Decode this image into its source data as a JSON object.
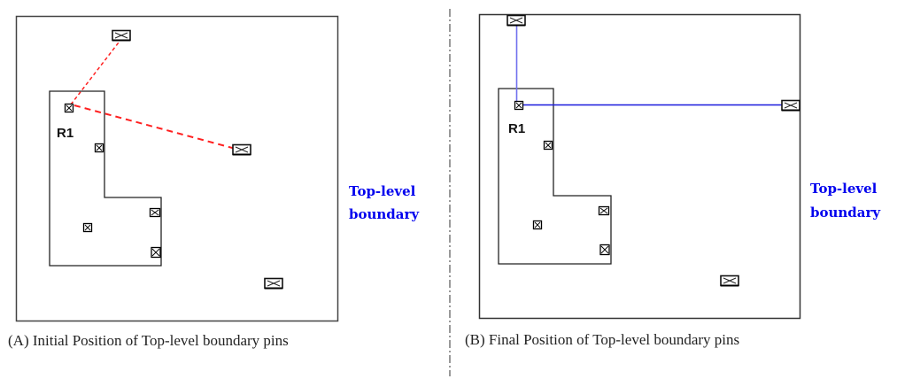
{
  "diagram": {
    "divider": {
      "style": "dashed"
    },
    "panels": [
      {
        "id": "A",
        "caption": "(A) Initial Position of Top-level boundary pins",
        "boundary_label": [
          "Top-level",
          "boundary"
        ],
        "block_label": "R1",
        "connection_color": "#ff2020",
        "connection_style": "dashed",
        "pin_state": "initial"
      },
      {
        "id": "B",
        "caption": "(B) Final Position of Top-level boundary pins",
        "boundary_label": [
          "Top-level",
          "boundary"
        ],
        "block_label": "R1",
        "connection_color": "#2020e0",
        "connection_style": "solid",
        "pin_state": "final"
      }
    ]
  }
}
